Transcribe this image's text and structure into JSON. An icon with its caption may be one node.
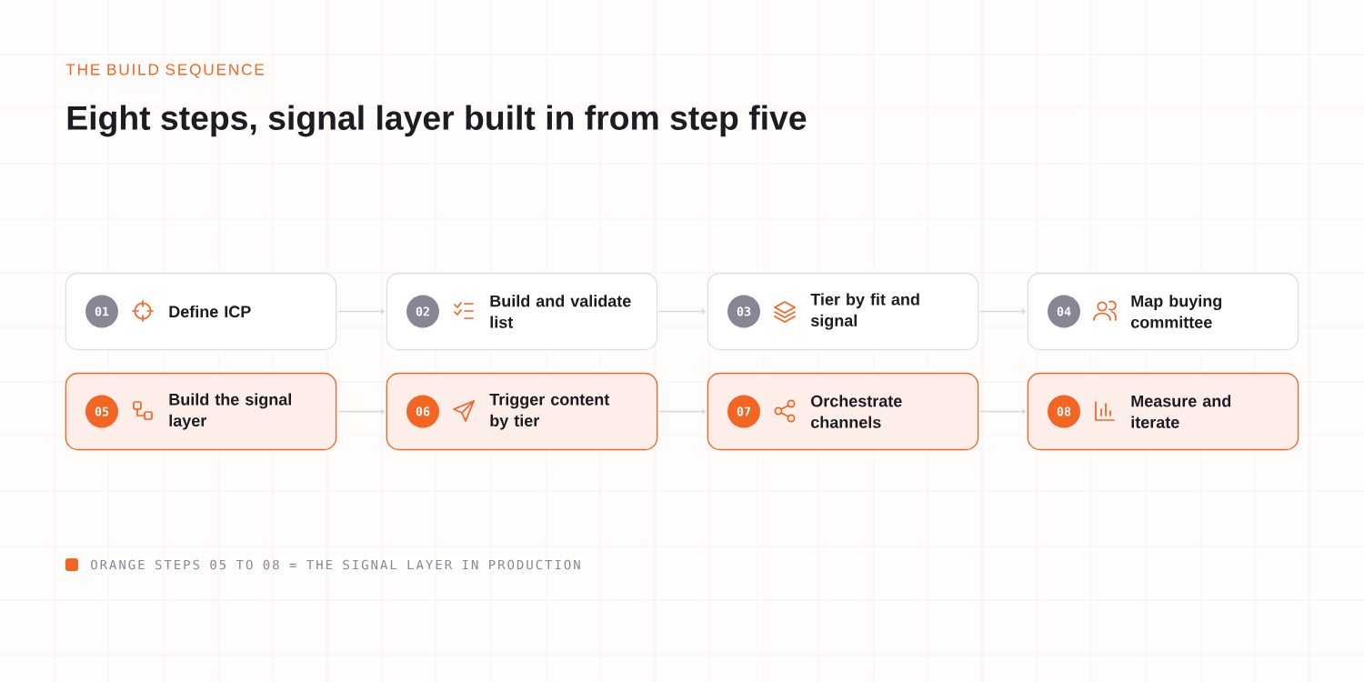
{
  "diagram": {
    "title": "Eight steps, signal layer built in from step five",
    "nodes": [
      {
        "text": [
          "01",
          "Define ICP"
        ]
      },
      {
        "text": [
          "02",
          "Build and validate list"
        ]
      },
      {
        "text": [
          "03",
          "Tier by fit and signal"
        ]
      },
      {
        "text": [
          "04",
          "Map buying committee"
        ]
      },
      {
        "text": [
          "05",
          "Build the signal layer"
        ]
      },
      {
        "text": [
          "06",
          "Trigger content by tier"
        ]
      },
      {
        "text": [
          "07",
          "Orchestrate channels"
        ]
      },
      {
        "text": [
          "08",
          "Measure and iterate"
        ]
      }
    ],
    "edges": [
      {
        "from": 0,
        "to": 1,
        "arrow": "to"
      },
      {
        "from": 1,
        "to": 2,
        "arrow": "to"
      },
      {
        "from": 2,
        "to": 3,
        "arrow": "to"
      },
      {
        "from": 4,
        "to": 5,
        "arrow": "to"
      },
      {
        "from": 5,
        "to": 6,
        "arrow": "to"
      },
      {
        "from": 6,
        "to": 7,
        "arrow": "to"
      }
    ],
    "labels": [
      "THE BUILD SEQUENCE"
    ],
    "legend": [
      {
        "text": "ORANGE STEPS 05 TO 08 = THE SIGNAL LAYER IN PRODUCTION",
        "color": "#f26522"
      }
    ]
  }
}
